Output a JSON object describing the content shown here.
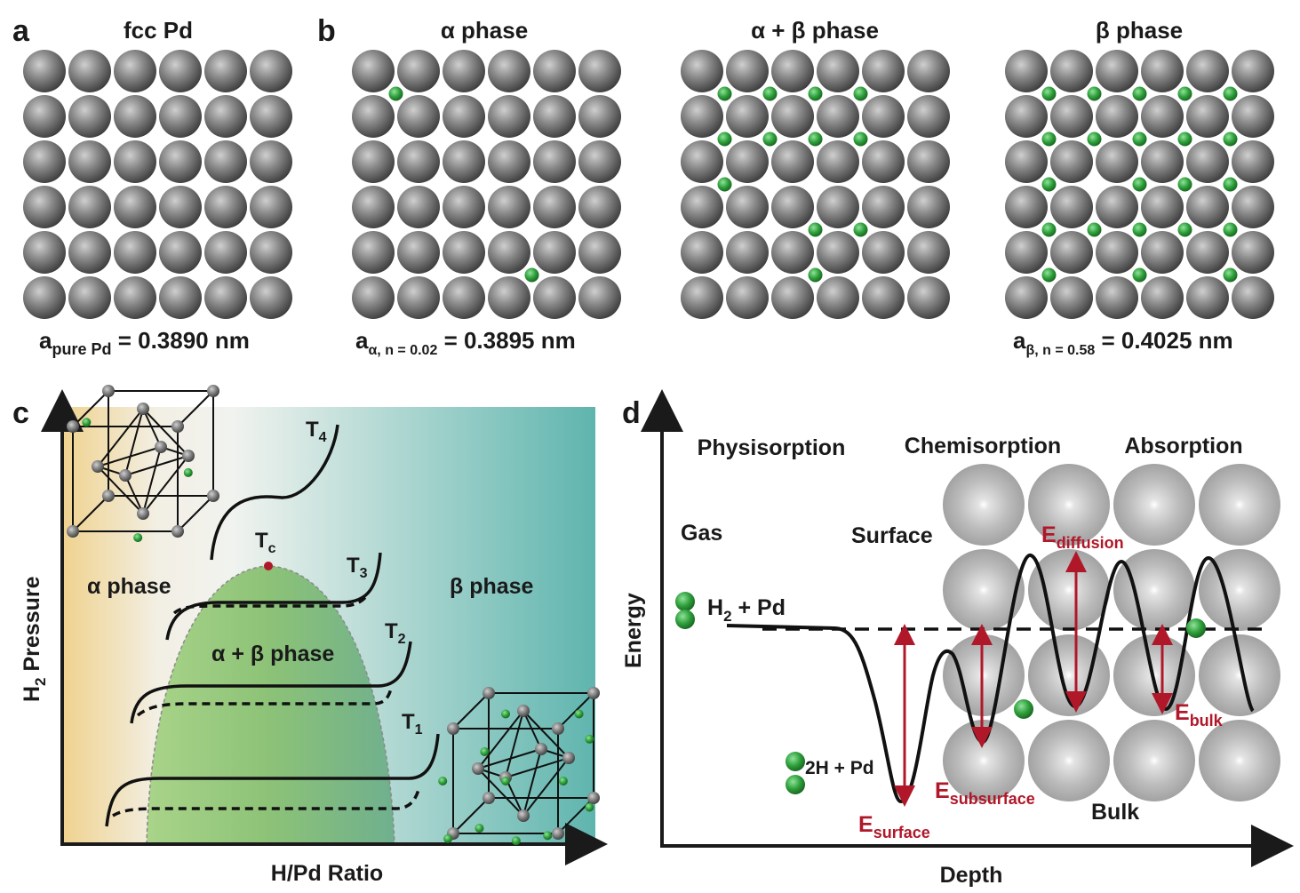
{
  "panel_a": {
    "letter": "a",
    "title": "fcc Pd",
    "lattice_main": "a",
    "lattice_sub": "pure Pd",
    "lattice_value": " = 0.3890 nm"
  },
  "panel_b": {
    "letter": "b",
    "alpha": {
      "title": "α phase",
      "lattice_main": "a",
      "lattice_sub": "α, n = 0.02",
      "lattice_value": " = 0.3895 nm"
    },
    "mixed": {
      "title": "α + β phase"
    },
    "beta": {
      "title": "β phase",
      "lattice_main": "a",
      "lattice_sub": "β, n = 0.58",
      "lattice_value": " = 0.4025 nm"
    }
  },
  "panel_c": {
    "letter": "c",
    "ylabel_main": "H",
    "ylabel_sub": "2",
    "ylabel_rest": " Pressure",
    "xlabel": "H/Pd Ratio",
    "alpha_label": "α phase",
    "mixed_label": "α + β phase",
    "beta_label": "β phase",
    "tc_main": "T",
    "tc_sub": "c",
    "t1_main": "T",
    "t1_sub": "1",
    "t2_main": "T",
    "t2_sub": "2",
    "t3_main": "T",
    "t3_sub": "3",
    "t4_main": "T",
    "t4_sub": "4"
  },
  "panel_d": {
    "letter": "d",
    "ylabel": "Energy",
    "xlabel": "Depth",
    "physisorption": "Physisorption",
    "chemisorption": "Chemisorption",
    "absorption": "Absorption",
    "gas": "Gas",
    "surface": "Surface",
    "bulk": "Bulk",
    "h2_main": "H",
    "h2_sub": "2",
    "h2_rest": " + Pd",
    "twoh": "2H + Pd",
    "e_surface_main": "E",
    "e_surface_sub": "surface",
    "e_subsurface_main": "E",
    "e_subsurface_sub": "subsurface",
    "e_diffusion_main": "E",
    "e_diffusion_sub": "diffusion",
    "e_bulk_main": "E",
    "e_bulk_sub": "bulk"
  },
  "colors": {
    "pd_atom": "#7a7a7a",
    "hydrogen": "#2e9e3a",
    "arrow_red": "#b0182a",
    "alpha_region": "#f0d28e",
    "beta_region": "#5fb5ae",
    "mixed_region": "#8cc277"
  }
}
